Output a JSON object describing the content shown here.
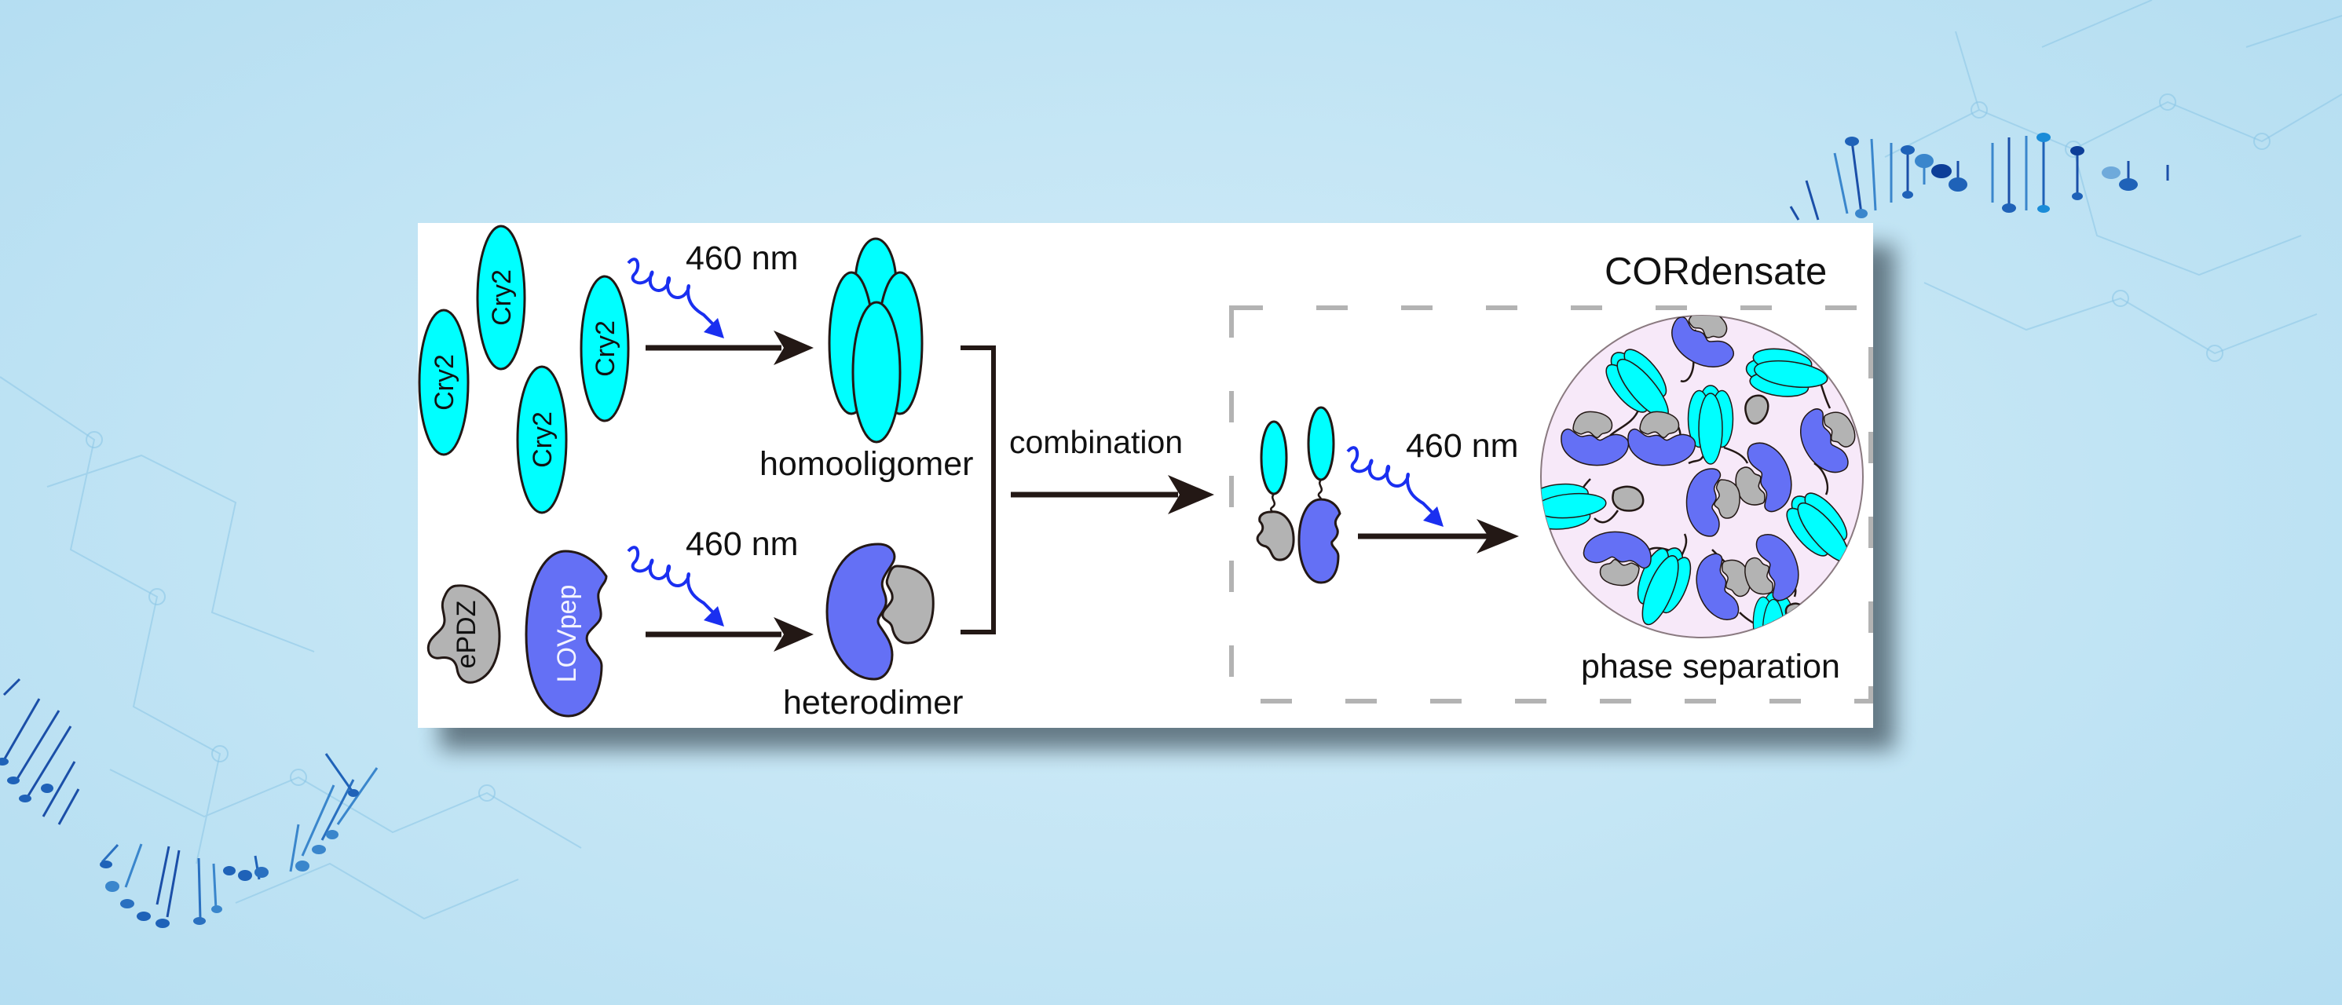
{
  "figure": {
    "title": "CORdensate",
    "colors": {
      "cry2": "#00ffff",
      "lovpep": "#6470f5",
      "epdz": "#b3b3b3",
      "light_wave": "#1a2ff0",
      "arrow": "#231815",
      "condensate_fill": "#f7e9f9",
      "dashed_box": "#b3b3b3",
      "panel": "#ffffff",
      "background": "#c5e6f5"
    },
    "molecules": {
      "cry2_label": "Cry2",
      "epdz_label": "ePDZ",
      "lovpep_label": "LOVpep"
    },
    "steps": {
      "light_label_1": "460 nm",
      "light_label_2": "460 nm",
      "light_label_3": "460 nm",
      "homooligomer_label": "homooligomer",
      "heterodimer_label": "heterodimer",
      "combination_label": "combination",
      "phase_separation_label": "phase separation"
    }
  }
}
